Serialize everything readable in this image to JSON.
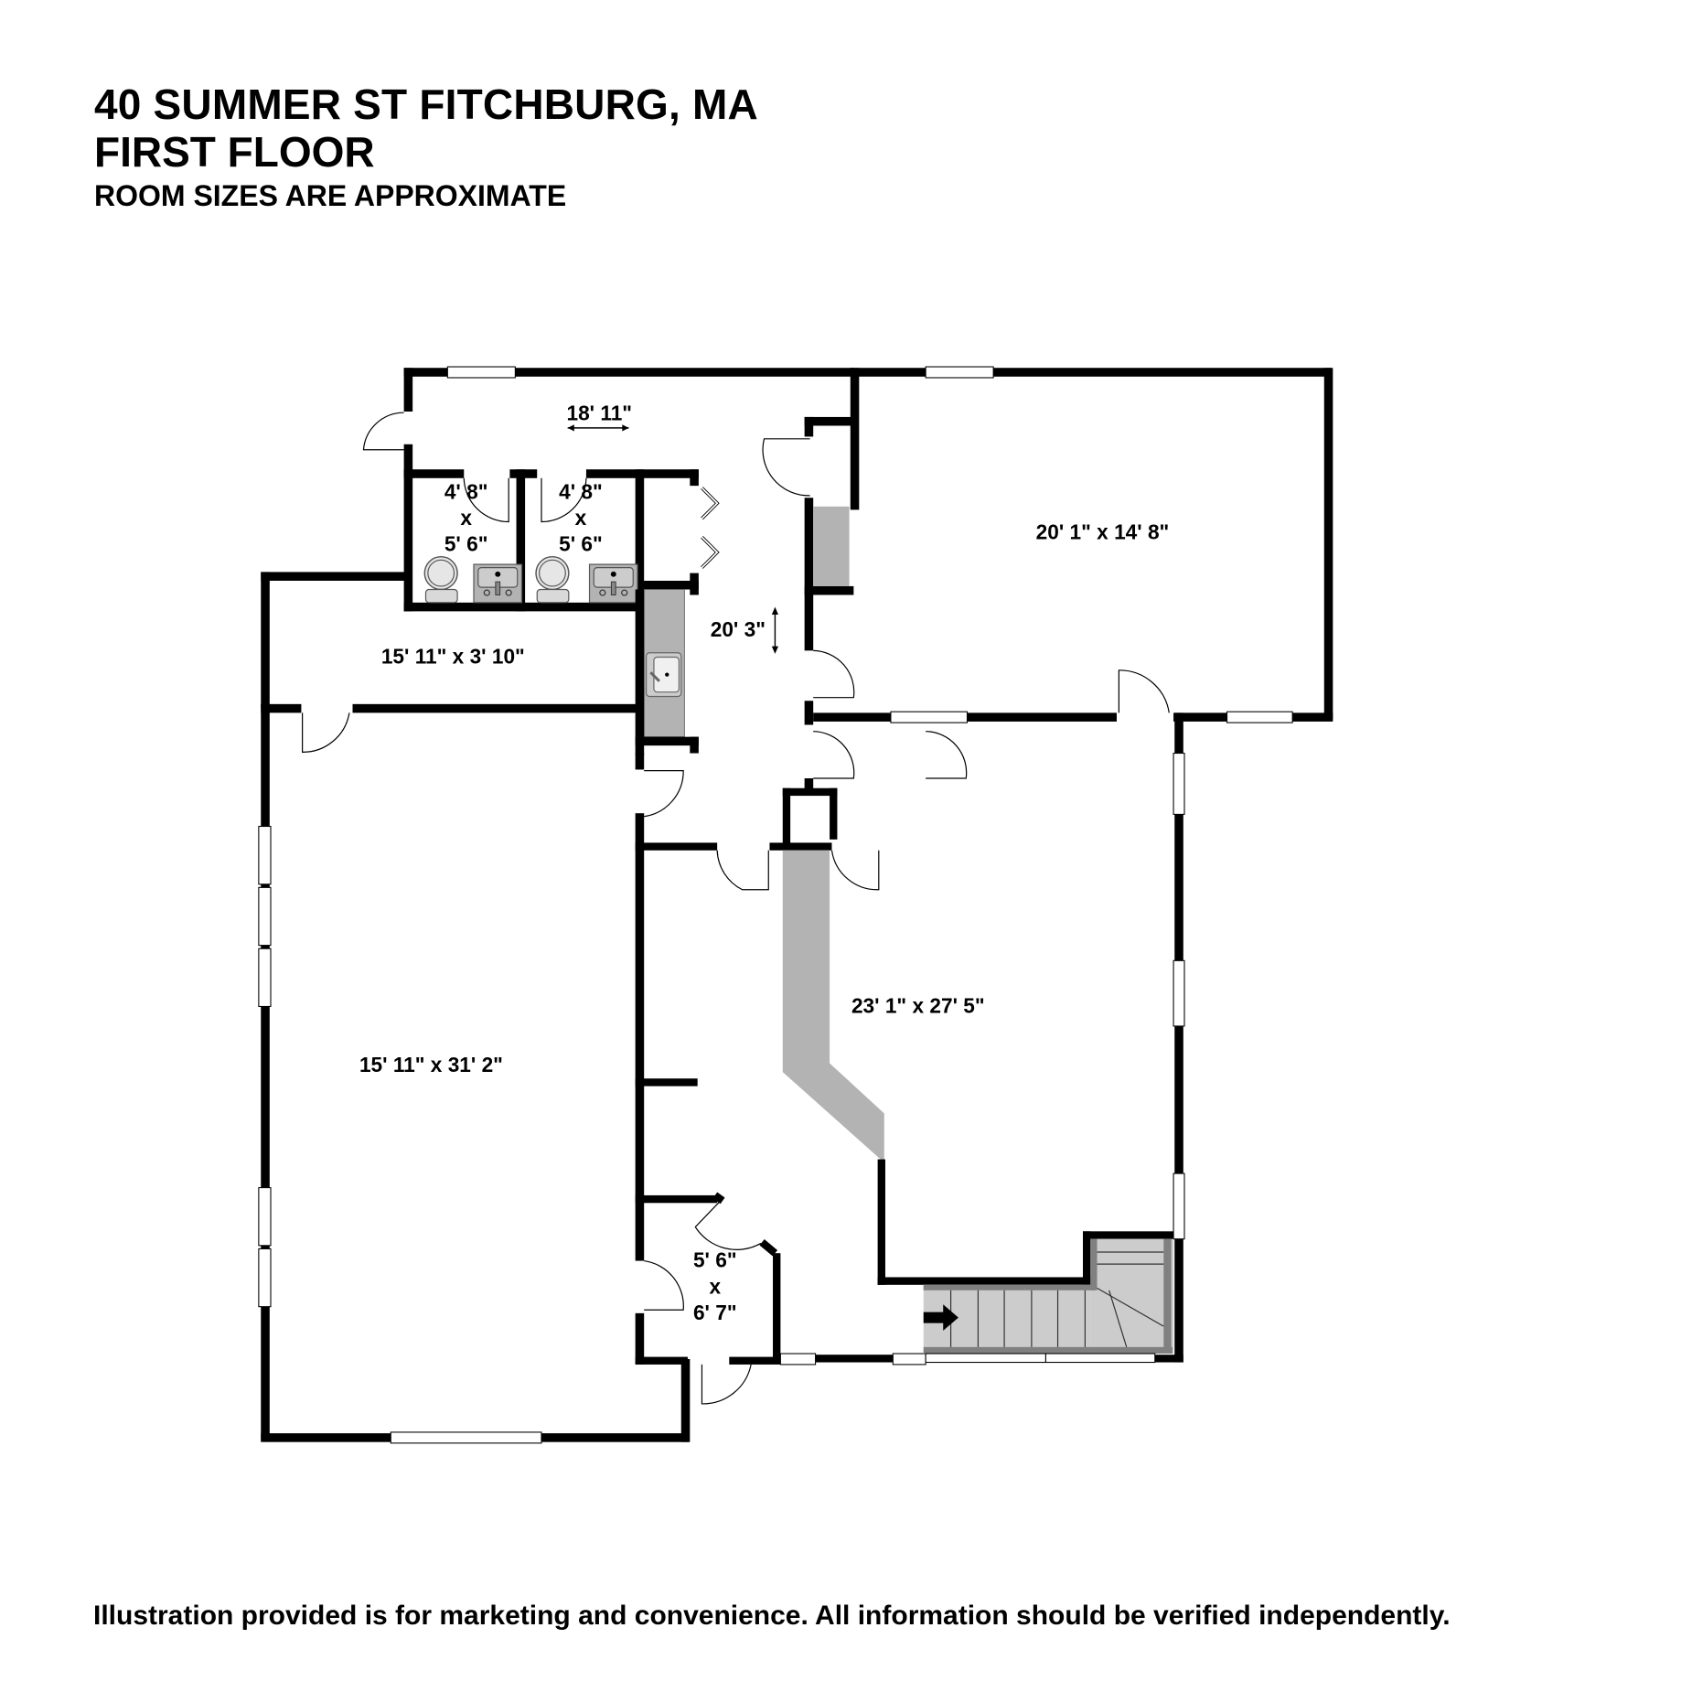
{
  "header": {
    "title": "40 SUMMER ST FITCHBURG, MA",
    "floor": "FIRST FLOOR",
    "note": "ROOM SIZES ARE APPROXIMATE"
  },
  "rooms": {
    "hall_top": "18' 11\"",
    "bath1_w": "4' 8\"",
    "bath1_x": "x",
    "bath1_h": "5' 6\"",
    "bath2_w": "4' 8\"",
    "bath2_x": "x",
    "bath2_h": "5' 6\"",
    "storage": "15' 11\" x 3' 10\"",
    "corridor": "20' 3\"",
    "room_ne": "20' 1\" x 14' 8\"",
    "room_west": "15' 11\" x 31' 2\"",
    "room_main": "23' 1\" x 27' 5\"",
    "closet_w": "5' 6\"",
    "closet_x": "x",
    "closet_h": "6' 7\""
  },
  "icons": {
    "toilet": "toilet-icon",
    "sink": "sink-icon",
    "kitchen_sink": "kitchen-sink-icon",
    "stairs": "staircase-icon",
    "stairs_arrow": "arrow-right-icon",
    "dimension_arrow": "double-arrow-icon"
  },
  "colors": {
    "wall": "#000000",
    "fixture_fill": "#b3b3b3",
    "stair_fill": "#cccccc",
    "stair_rail": "#808080",
    "background": "#ffffff"
  },
  "footer": {
    "disclaimer": "Illustration provided is for marketing and convenience. All information should be verified independently."
  }
}
